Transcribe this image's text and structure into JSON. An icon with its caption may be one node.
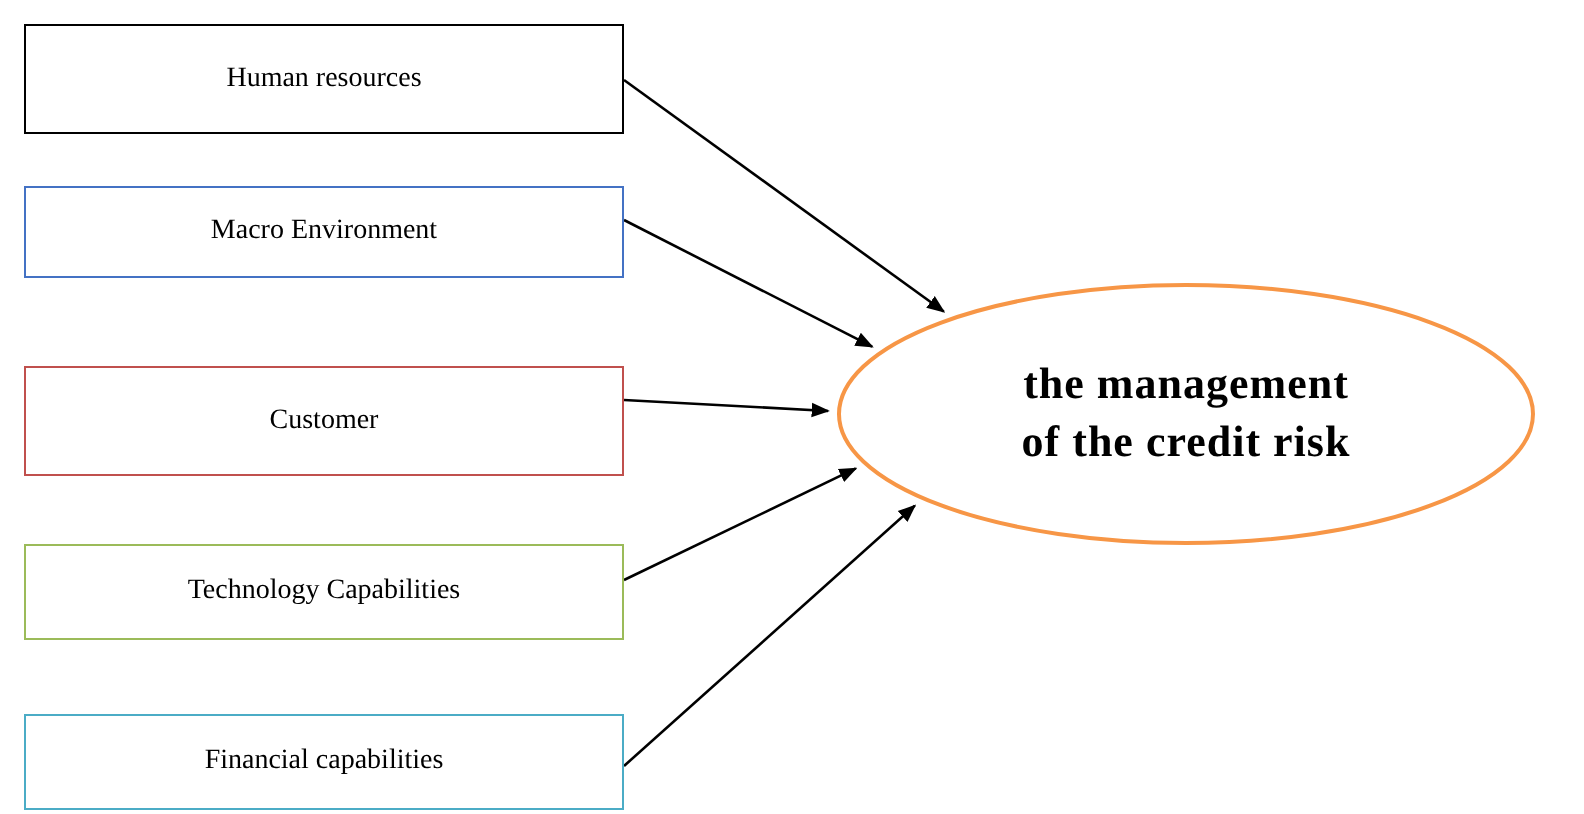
{
  "diagram": {
    "nodes": [
      {
        "text": [
          "Human resources"
        ]
      },
      {
        "text": [
          "Macro Environment"
        ]
      },
      {
        "text": [
          "Customer"
        ]
      },
      {
        "text": [
          "Technology Capabilities"
        ]
      },
      {
        "text": [
          "Financial capabilities"
        ]
      },
      {
        "text": [
          "the management of the credit risk"
        ]
      }
    ],
    "edges": [
      {
        "from": 0,
        "to": 5,
        "arrow": "to"
      },
      {
        "from": 1,
        "to": 5,
        "arrow": "to"
      },
      {
        "from": 2,
        "to": 5,
        "arrow": "to"
      },
      {
        "from": 3,
        "to": 5,
        "arrow": "to"
      },
      {
        "from": 4,
        "to": 5,
        "arrow": "to"
      }
    ]
  }
}
